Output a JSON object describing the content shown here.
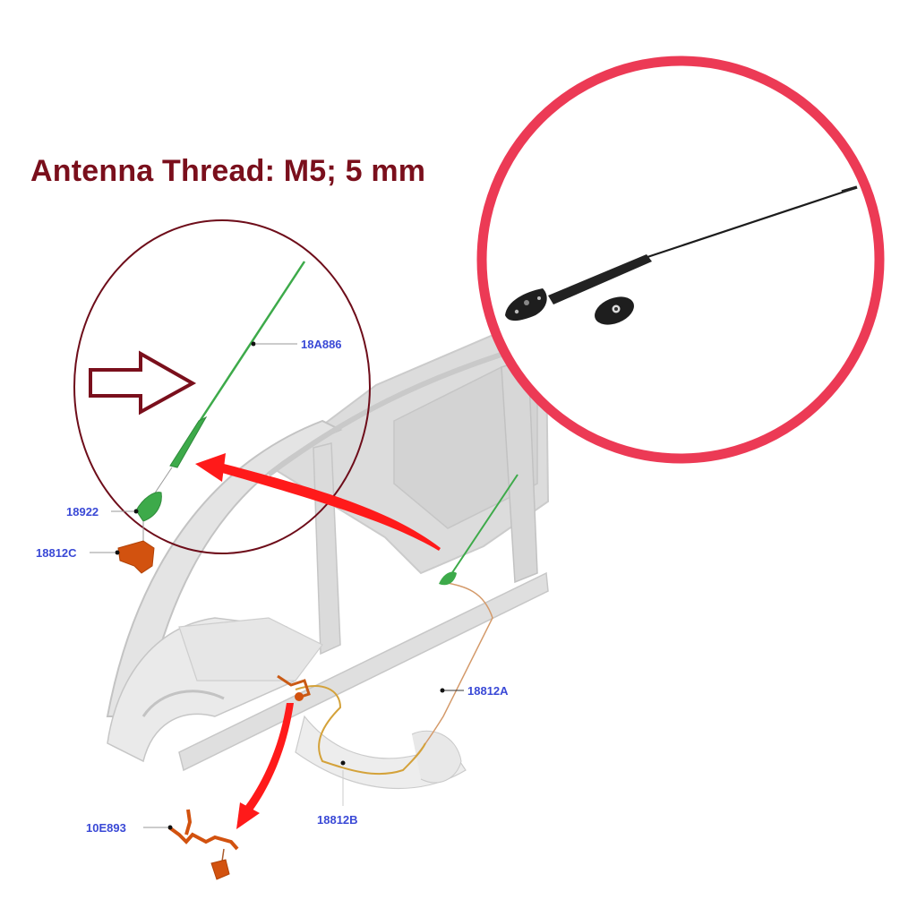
{
  "title": "Antenna Thread: M5; 5 mm",
  "colors": {
    "title": "#7a0f1c",
    "label": "#3a49d6",
    "detail_circle": "#6e0d1a",
    "product_circle": "#ec3a55",
    "callout_arrow": "#ff1a1a",
    "antenna_part": "#3daa4a",
    "harness_part": "#d2520f"
  },
  "labels": {
    "mast": "18A886",
    "base": "18922",
    "cable_c": "18812C",
    "cable_a": "18812A",
    "cable_b": "18812B",
    "harness": "10E893"
  },
  "icons": {
    "outline_arrow": "outline-right-arrow-icon",
    "callout_arrow_upper": "red-curved-arrow-icon",
    "callout_arrow_lower": "red-curved-arrow-icon"
  }
}
